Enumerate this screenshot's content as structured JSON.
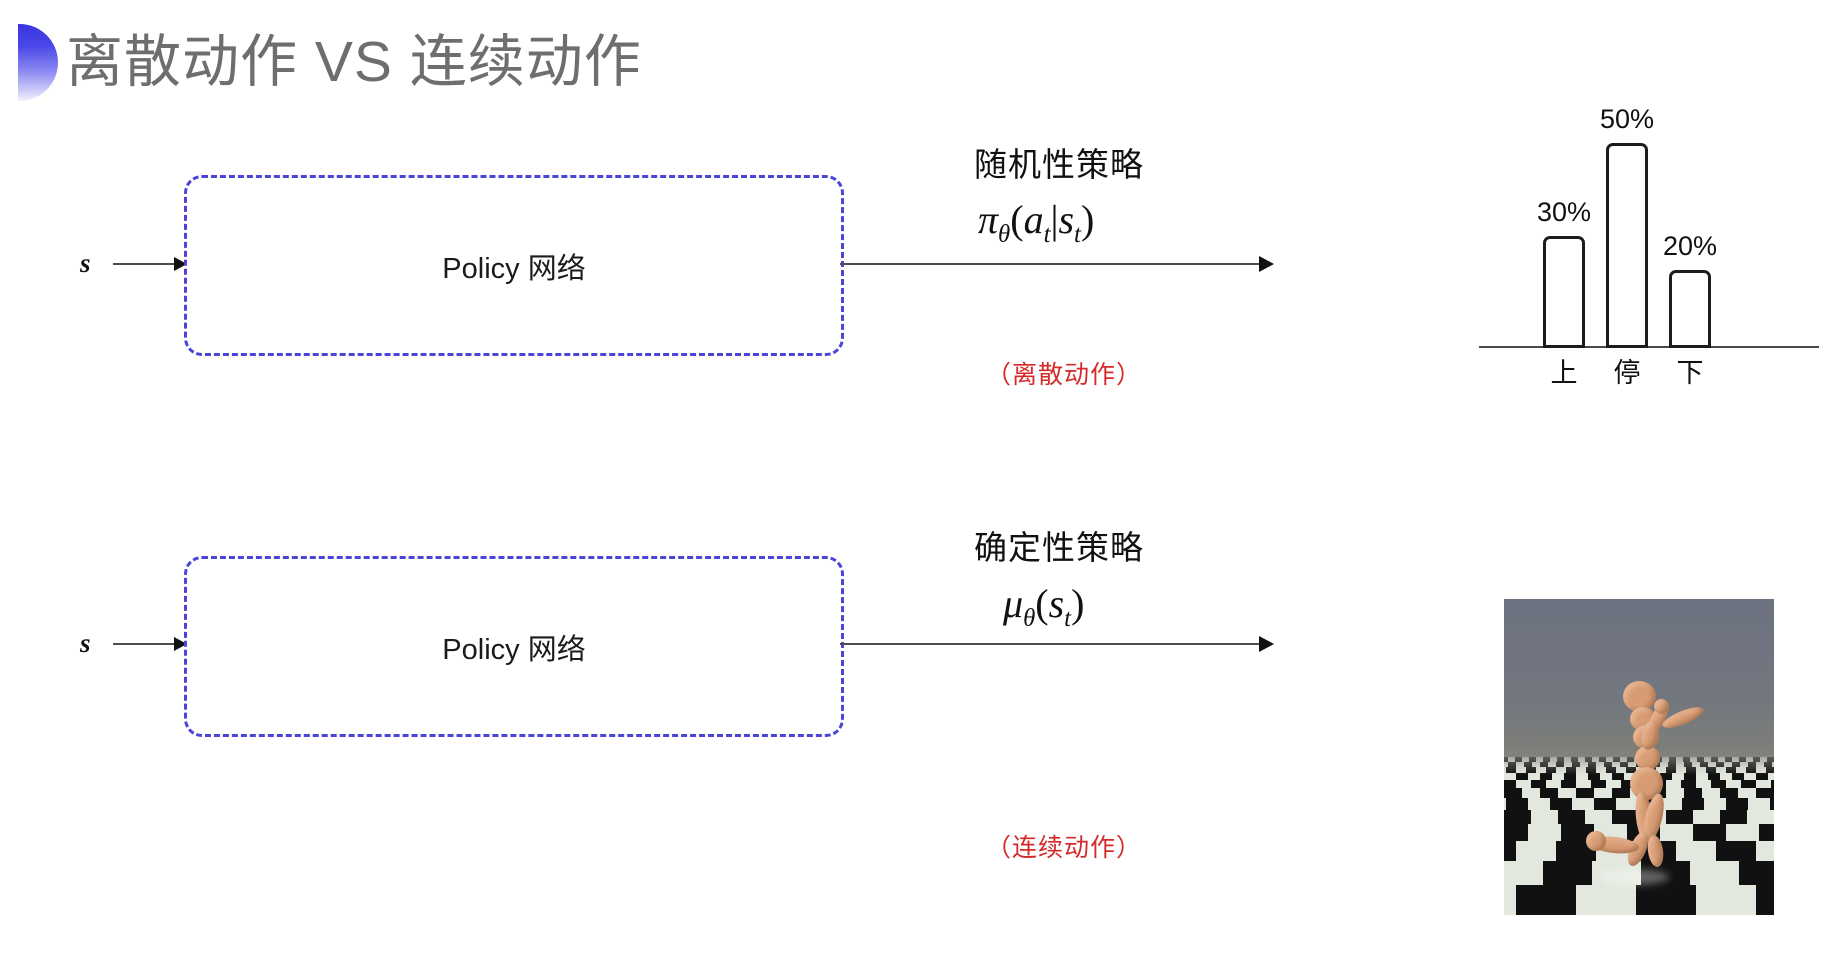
{
  "slide": {
    "title": "离散动作 VS 连续动作",
    "bullet_gradient_from": "#3a35e0",
    "bullet_gradient_to": "#f3f3fe",
    "title_color": "#6e6e6e",
    "background": "#ffffff"
  },
  "rows": [
    {
      "state_label": "s",
      "box_label": "Policy 网络",
      "box_border_color": "#4a44d8",
      "annotation_title": "随机性策略",
      "formula": {
        "head": "π",
        "head_sub": "θ",
        "open": "(",
        "arg1": "a",
        "arg1_sub": "t",
        "sep": "|",
        "arg2": "s",
        "arg2_sub": "t",
        "close": ")"
      },
      "note": "（离散动作）",
      "note_color": "#d42a2a"
    },
    {
      "state_label": "s",
      "box_label": "Policy 网络",
      "box_border_color": "#4a44d8",
      "annotation_title": "确定性策略",
      "formula": {
        "head": "μ",
        "head_sub": "θ",
        "open": "(",
        "arg1": "s",
        "arg1_sub": "t",
        "sep": "",
        "arg2": "",
        "arg2_sub": "",
        "close": ")"
      },
      "note": "（连续动作）",
      "note_color": "#d42a2a"
    }
  ],
  "chart_data": {
    "type": "bar",
    "title": "",
    "xlabel": "",
    "ylabel": "",
    "categories": [
      "上",
      "停",
      "下"
    ],
    "values": [
      30,
      50,
      20
    ],
    "value_labels": [
      "30%",
      "50%",
      "20%"
    ],
    "ylim": [
      0,
      60
    ],
    "grid": false,
    "legend": "none",
    "bar_fill": "#ffffff",
    "bar_stroke": "#1c1c1c",
    "axis_color": "#4a4a4a"
  },
  "humanoid": {
    "caption": "",
    "sky_color": "#6f737f",
    "floor_light": "#e2e8de",
    "floor_dark": "#111111",
    "body_color": "#d79c74"
  }
}
